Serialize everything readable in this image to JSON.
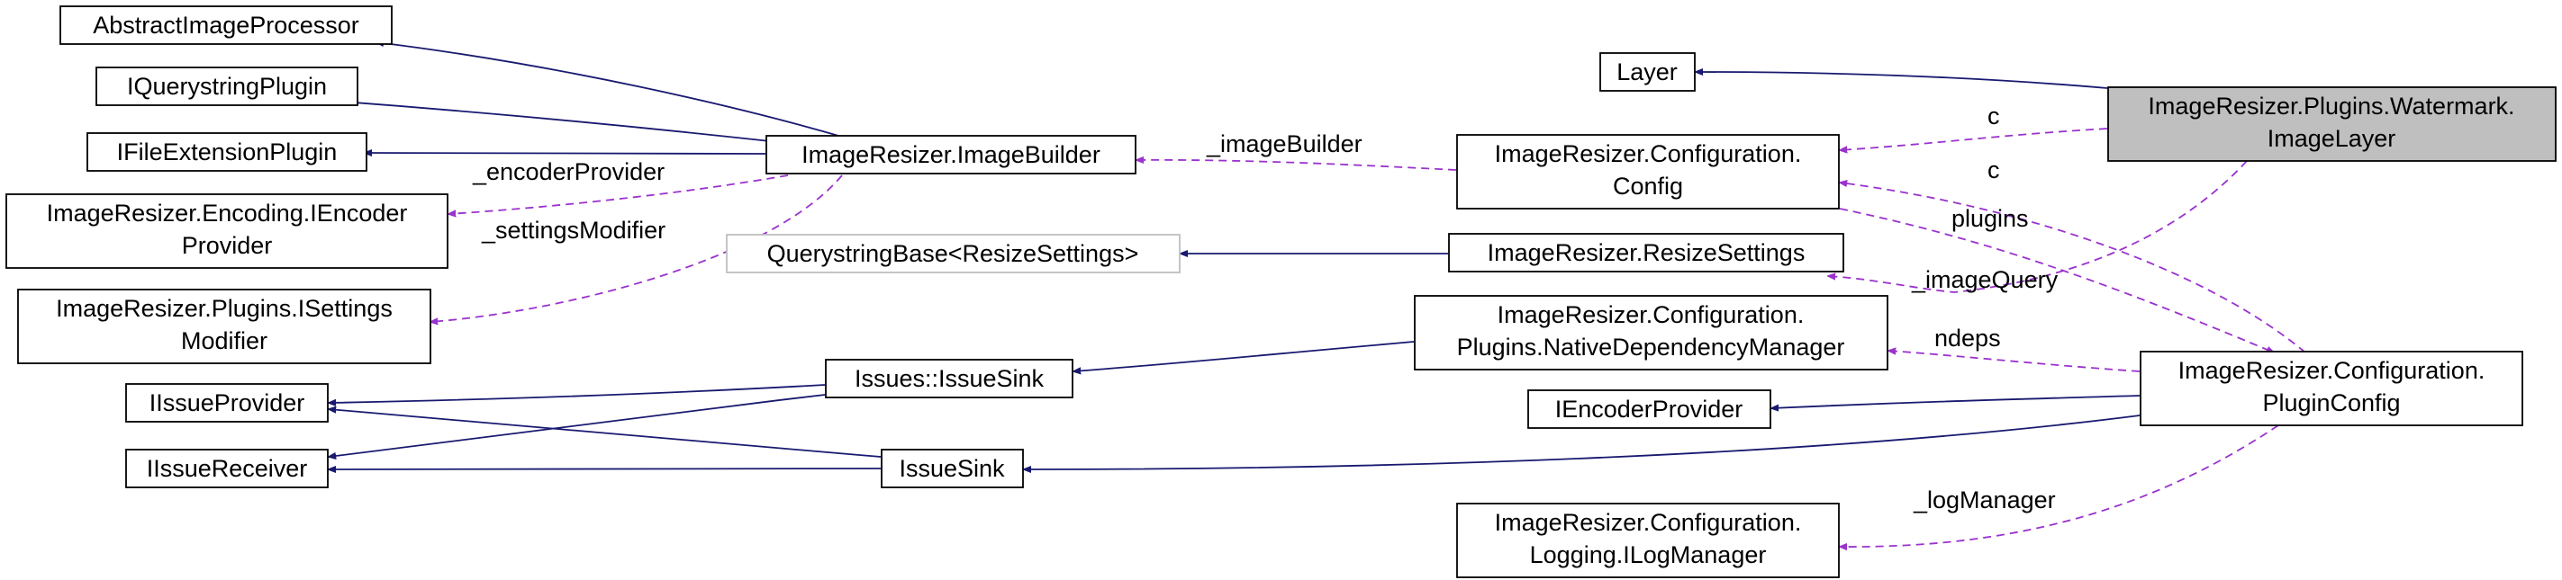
{
  "colors": {
    "inheritance": "#191970",
    "usage": "#9a32cd",
    "focus_fill": "#bfbfbf",
    "node_border": "#000000",
    "template_border": "#bfbfbf"
  },
  "nodes": {
    "abstract_image_processor": [
      "AbstractImageProcessor"
    ],
    "iquerystring_plugin": [
      "IQuerystringPlugin"
    ],
    "ifile_extension_plugin": [
      "IFileExtensionPlugin"
    ],
    "iencoder_provider_enc": [
      "ImageResizer.Encoding.IEncoder",
      "Provider"
    ],
    "isettings_modifier": [
      "ImageResizer.Plugins.ISettings",
      "Modifier"
    ],
    "iissue_provider": [
      "IIssueProvider"
    ],
    "iissue_receiver": [
      "IIssueReceiver"
    ],
    "image_builder": [
      "ImageResizer.ImageBuilder"
    ],
    "querystring_base": [
      "QuerystringBase<ResizeSettings>"
    ],
    "issues_issue_sink": [
      "Issues::IssueSink"
    ],
    "issue_sink": [
      "IssueSink"
    ],
    "layer": [
      "Layer"
    ],
    "config": [
      "ImageResizer.Configuration.",
      "Config"
    ],
    "resize_settings": [
      "ImageResizer.ResizeSettings"
    ],
    "native_dependency_manager": [
      "ImageResizer.Configuration.",
      "Plugins.NativeDependencyManager"
    ],
    "iencoder_provider": [
      "IEncoderProvider"
    ],
    "ilog_manager": [
      "ImageResizer.Configuration.",
      "Logging.ILogManager"
    ],
    "image_layer": [
      "ImageResizer.Plugins.Watermark.",
      "ImageLayer"
    ],
    "plugin_config": [
      "ImageResizer.Configuration.",
      "PluginConfig"
    ]
  },
  "edge_labels": {
    "image_builder": "_imageBuilder",
    "encoder_provider": "_encoderProvider",
    "settings_modifier": "_settingsModifier",
    "c_config_to_layer": "c",
    "c_config_to_plugin": "c",
    "plugins": "plugins",
    "image_query": "_imageQuery",
    "ndeps": "ndeps",
    "log_manager": "_logManager"
  }
}
